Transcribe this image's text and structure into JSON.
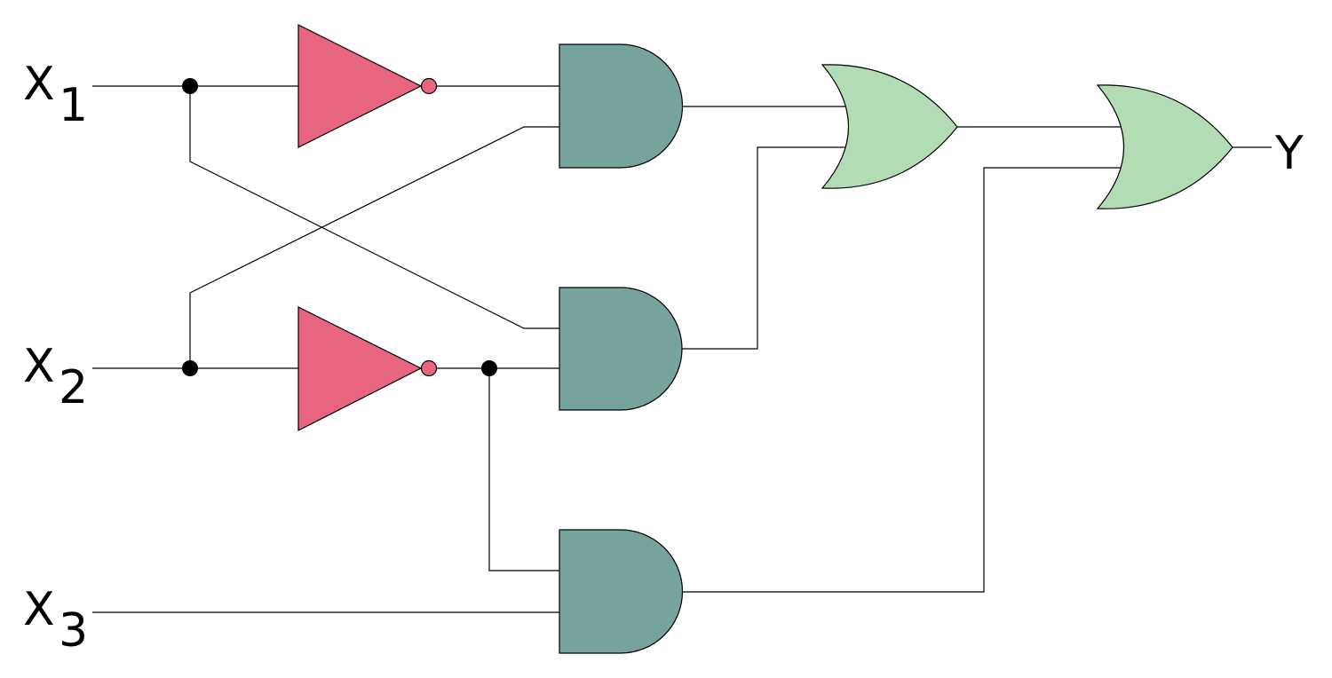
{
  "inputs": [
    {
      "name": "X",
      "subscript": "1"
    },
    {
      "name": "X",
      "subscript": "2"
    },
    {
      "name": "X",
      "subscript": "3"
    }
  ],
  "output": {
    "name": "Y"
  },
  "colors": {
    "not_gate": "#e8657f",
    "and_gate": "#76a39c",
    "or_gate": "#b2ddb4",
    "wire": "#000000",
    "junction": "#000000"
  }
}
